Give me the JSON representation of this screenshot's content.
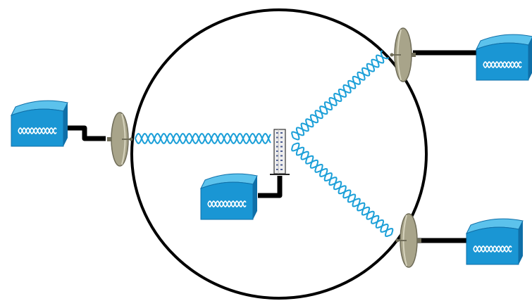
{
  "diagram": {
    "type": "point-to-multipoint wireless network",
    "colors": {
      "background": "#ffffff",
      "boundary": "#000000",
      "cable": "#000000",
      "bridge_front": "#1a96d4",
      "bridge_top": "#5cc2ec",
      "bridge_side": "#0f6fa8",
      "bridge_glyph": "#ffffff",
      "wave": "#1b9fd8",
      "dish": "#a8a48a",
      "dish_dark": "#6f6c58",
      "antenna_body": "#eeeeee",
      "antenna_dots": "#4a5a90"
    },
    "icons": {
      "bridge": "wireless-bridge-icon",
      "dish": "parabolic-dish-antenna-icon",
      "omni": "omnidirectional-antenna-icon",
      "wave": "radio-wave-signal-icon"
    },
    "nodes": [
      {
        "id": "central-bridge",
        "role": "central-bridge",
        "antenna": "omni"
      },
      {
        "id": "remote-bridge-west",
        "role": "remote-bridge",
        "antenna": "dish"
      },
      {
        "id": "remote-bridge-northeast",
        "role": "remote-bridge",
        "antenna": "dish"
      },
      {
        "id": "remote-bridge-southeast",
        "role": "remote-bridge",
        "antenna": "dish"
      }
    ],
    "links": [
      {
        "from": "central-bridge",
        "to": "remote-bridge-west",
        "medium": "radio"
      },
      {
        "from": "central-bridge",
        "to": "remote-bridge-northeast",
        "medium": "radio"
      },
      {
        "from": "central-bridge",
        "to": "remote-bridge-southeast",
        "medium": "radio"
      }
    ]
  }
}
